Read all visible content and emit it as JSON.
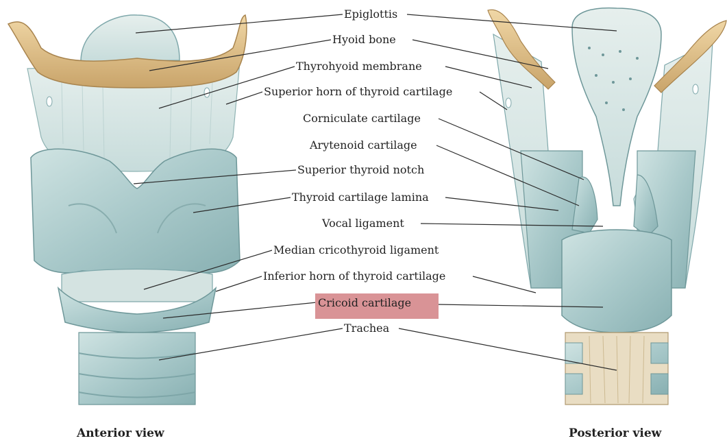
{
  "labels": {
    "epiglottis": "Epiglottis",
    "hyoid": "Hyoid bone",
    "thyrohyoid": "Thyrohyoid membrane",
    "superior_horn": "Superior horn of thyroid cartilage",
    "corniculate": "Corniculate cartilage",
    "arytenoid": "Arytenoid cartilage",
    "superior_notch": "Superior thyroid notch",
    "lamina": "Thyroid cartilage lamina",
    "vocal": "Vocal ligament",
    "median_cricothyroid": "Median cricothyroid ligament",
    "inferior_horn": "Inferior horn of thyroid cartilage",
    "cricoid": "Cricoid cartilage",
    "trachea": "Trachea"
  },
  "views": {
    "anterior": "Anterior view",
    "posterior": "Posterior view"
  },
  "highlight": {
    "label": "cricoid",
    "color": "#d99396"
  },
  "colors": {
    "cartilage": "#b9d6d6",
    "cartilage_dark": "#7fa8ab",
    "bone": "#e2c48c",
    "membrane": "#dbe8e6",
    "leader": "#2a2a2a"
  }
}
